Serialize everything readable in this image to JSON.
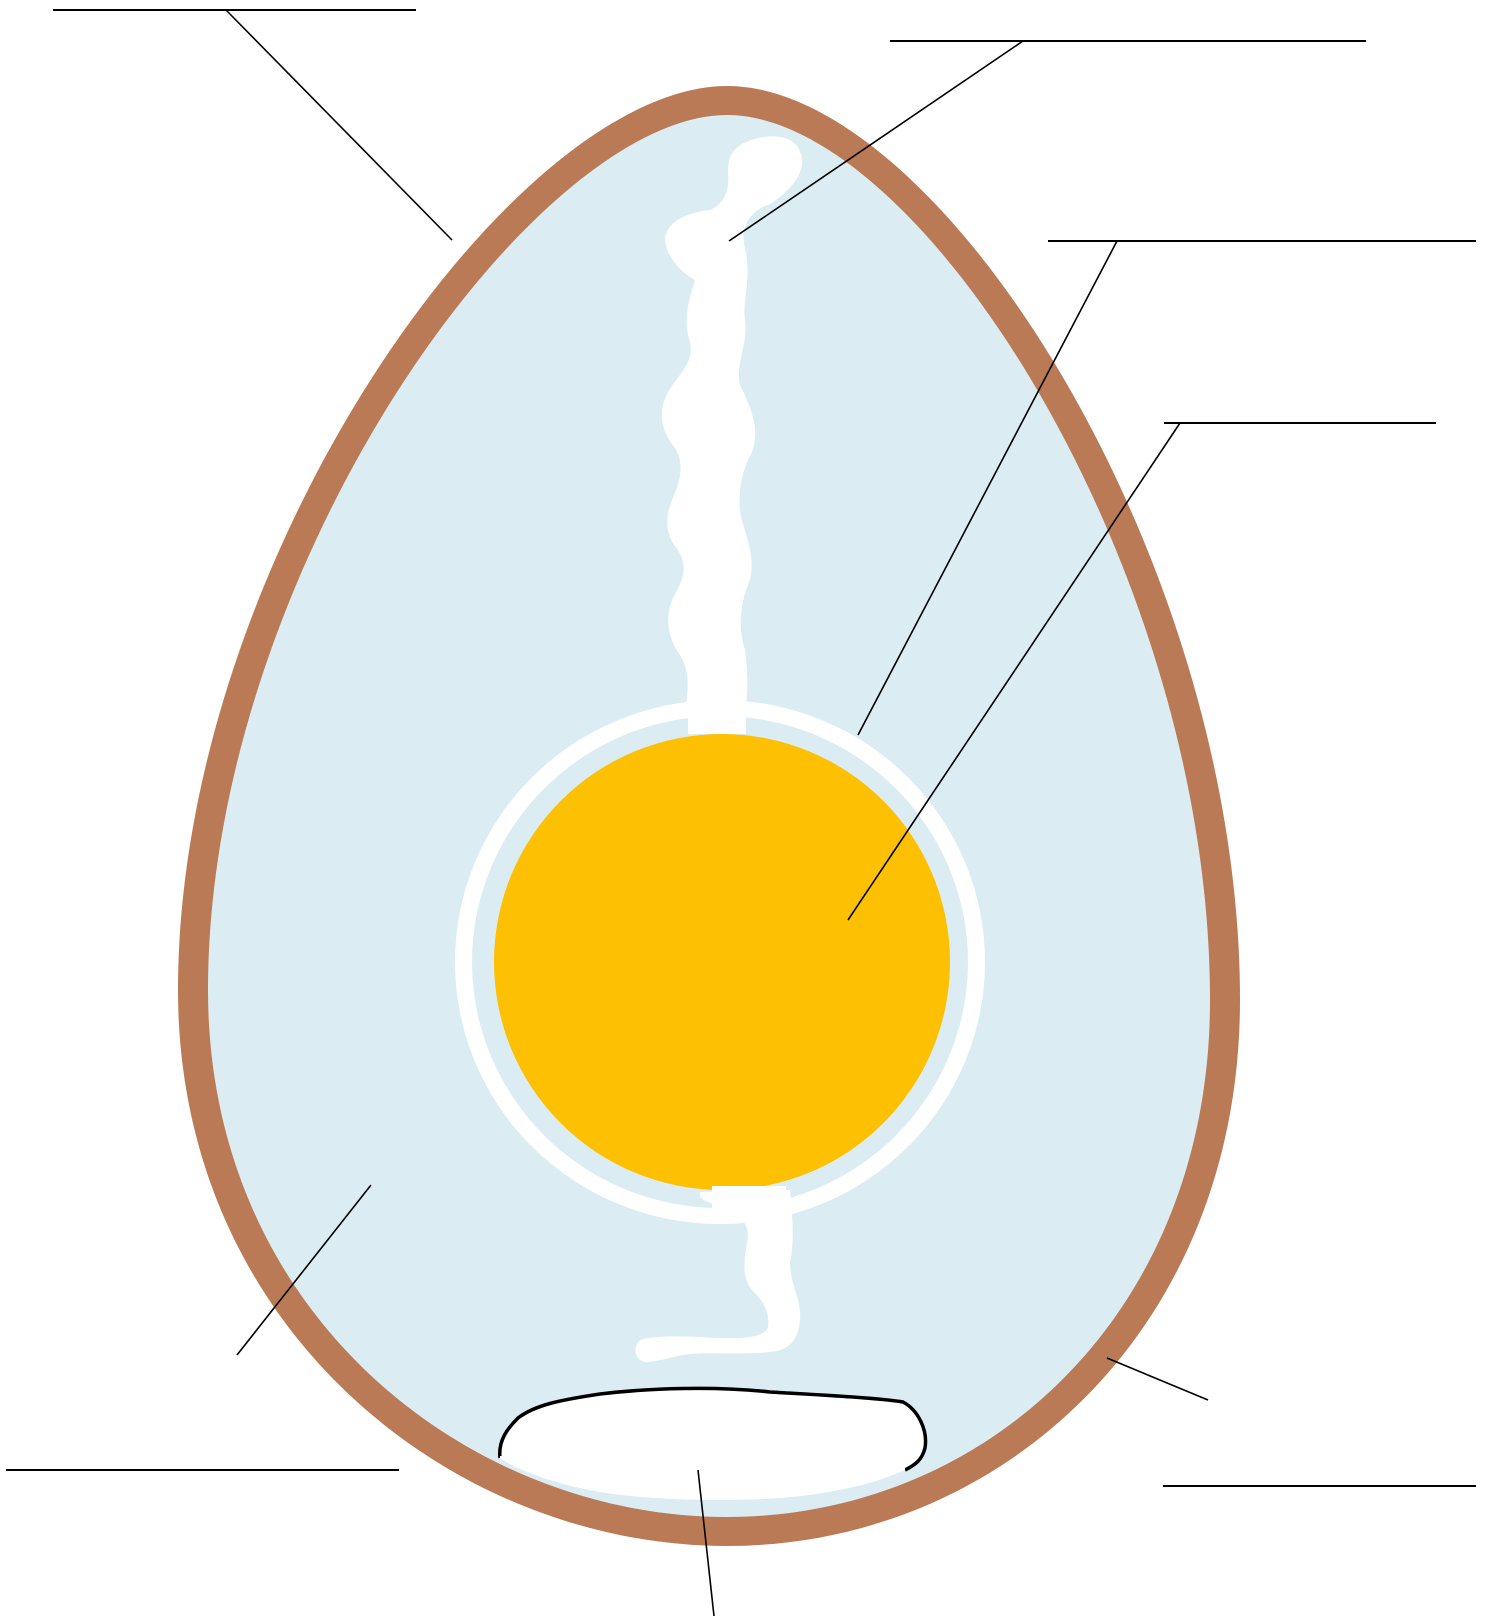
{
  "diagram": {
    "title": "",
    "colors": {
      "shell": "#b97a55",
      "albumen": "#dbedf3",
      "yolk": "#fdc003",
      "chalaza": "#ffffff",
      "vitelline_membrane": "#ffffff",
      "air_cell": "#ffffff",
      "air_cell_outline": "#000000",
      "label_lines": "#000000"
    },
    "labels": [
      {
        "id": "shell",
        "text": ""
      },
      {
        "id": "chalaza-upper",
        "text": ""
      },
      {
        "id": "vitelline-membrane",
        "text": ""
      },
      {
        "id": "yolk",
        "text": ""
      },
      {
        "id": "albumen",
        "text": ""
      },
      {
        "id": "shell-membrane",
        "text": ""
      },
      {
        "id": "air-cell",
        "text": ""
      }
    ]
  }
}
